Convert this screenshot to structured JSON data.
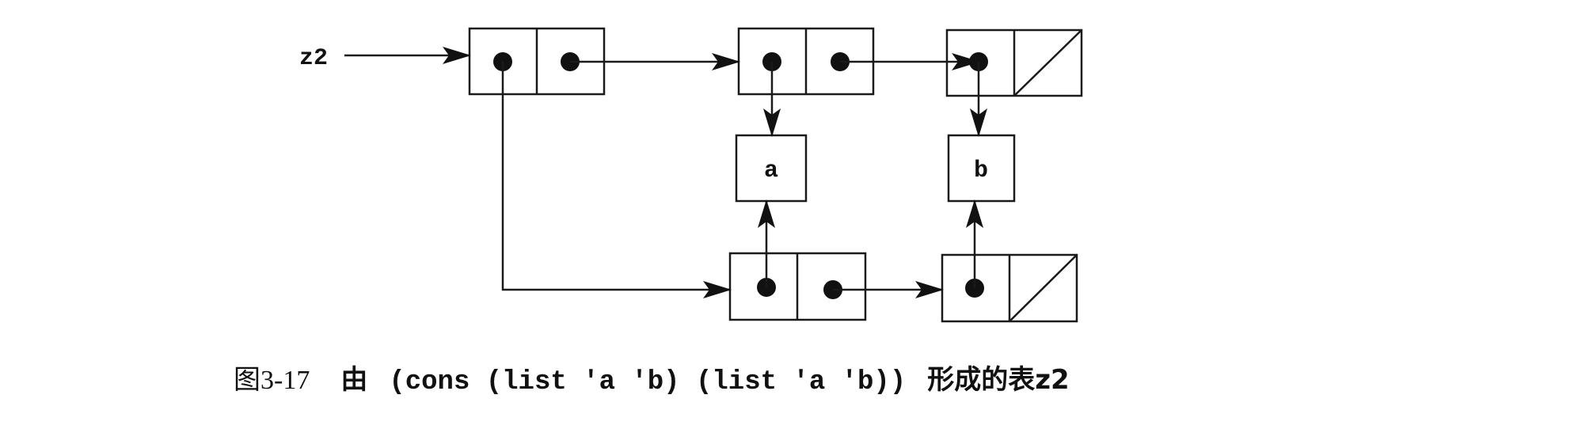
{
  "diagram": {
    "pointer_label": "z2",
    "atoms": {
      "a": "a",
      "b": "b"
    }
  },
  "caption": {
    "figure_number": "图3-17",
    "prefix": "由",
    "expression": "(cons (list 'a 'b) (list 'a 'b))",
    "suffix": "形成的表z2"
  },
  "colors": {
    "ink": "#111111",
    "background": "#ffffff"
  }
}
